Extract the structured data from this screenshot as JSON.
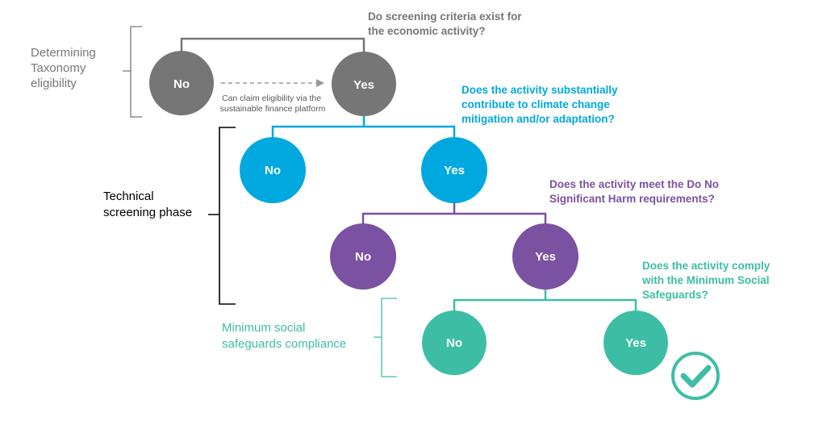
{
  "colors": {
    "grey": "#767676",
    "blue": "#00A8E0",
    "purple": "#7B51A2",
    "teal": "#3DBDA6",
    "phase_grey": "#767676",
    "phase_black": "#000000"
  },
  "phases": {
    "eligibility": [
      "Determining",
      "Taxonomy",
      "eligibility"
    ],
    "technical": [
      "Technical",
      "screening phase"
    ],
    "safeguards": [
      "Minimum social",
      "safeguards compliance"
    ]
  },
  "questions": {
    "q1": [
      "Do screening criteria exist for",
      "the economic activity?"
    ],
    "q2": [
      "Does the activity substantially",
      "contribute to climate change",
      "mitigation and/or adaptation?"
    ],
    "q3": [
      "Does the activity meet the Do No",
      "Significant Harm requirements?"
    ],
    "q4": [
      "Does the activity comply",
      "with the Minimum Social",
      "Safeguards?"
    ]
  },
  "nodes": {
    "no": "No",
    "yes": "Yes"
  },
  "note": [
    "Can claim eligibility via the",
    "sustainable finance platform"
  ],
  "final_icon": "checkmark-icon"
}
